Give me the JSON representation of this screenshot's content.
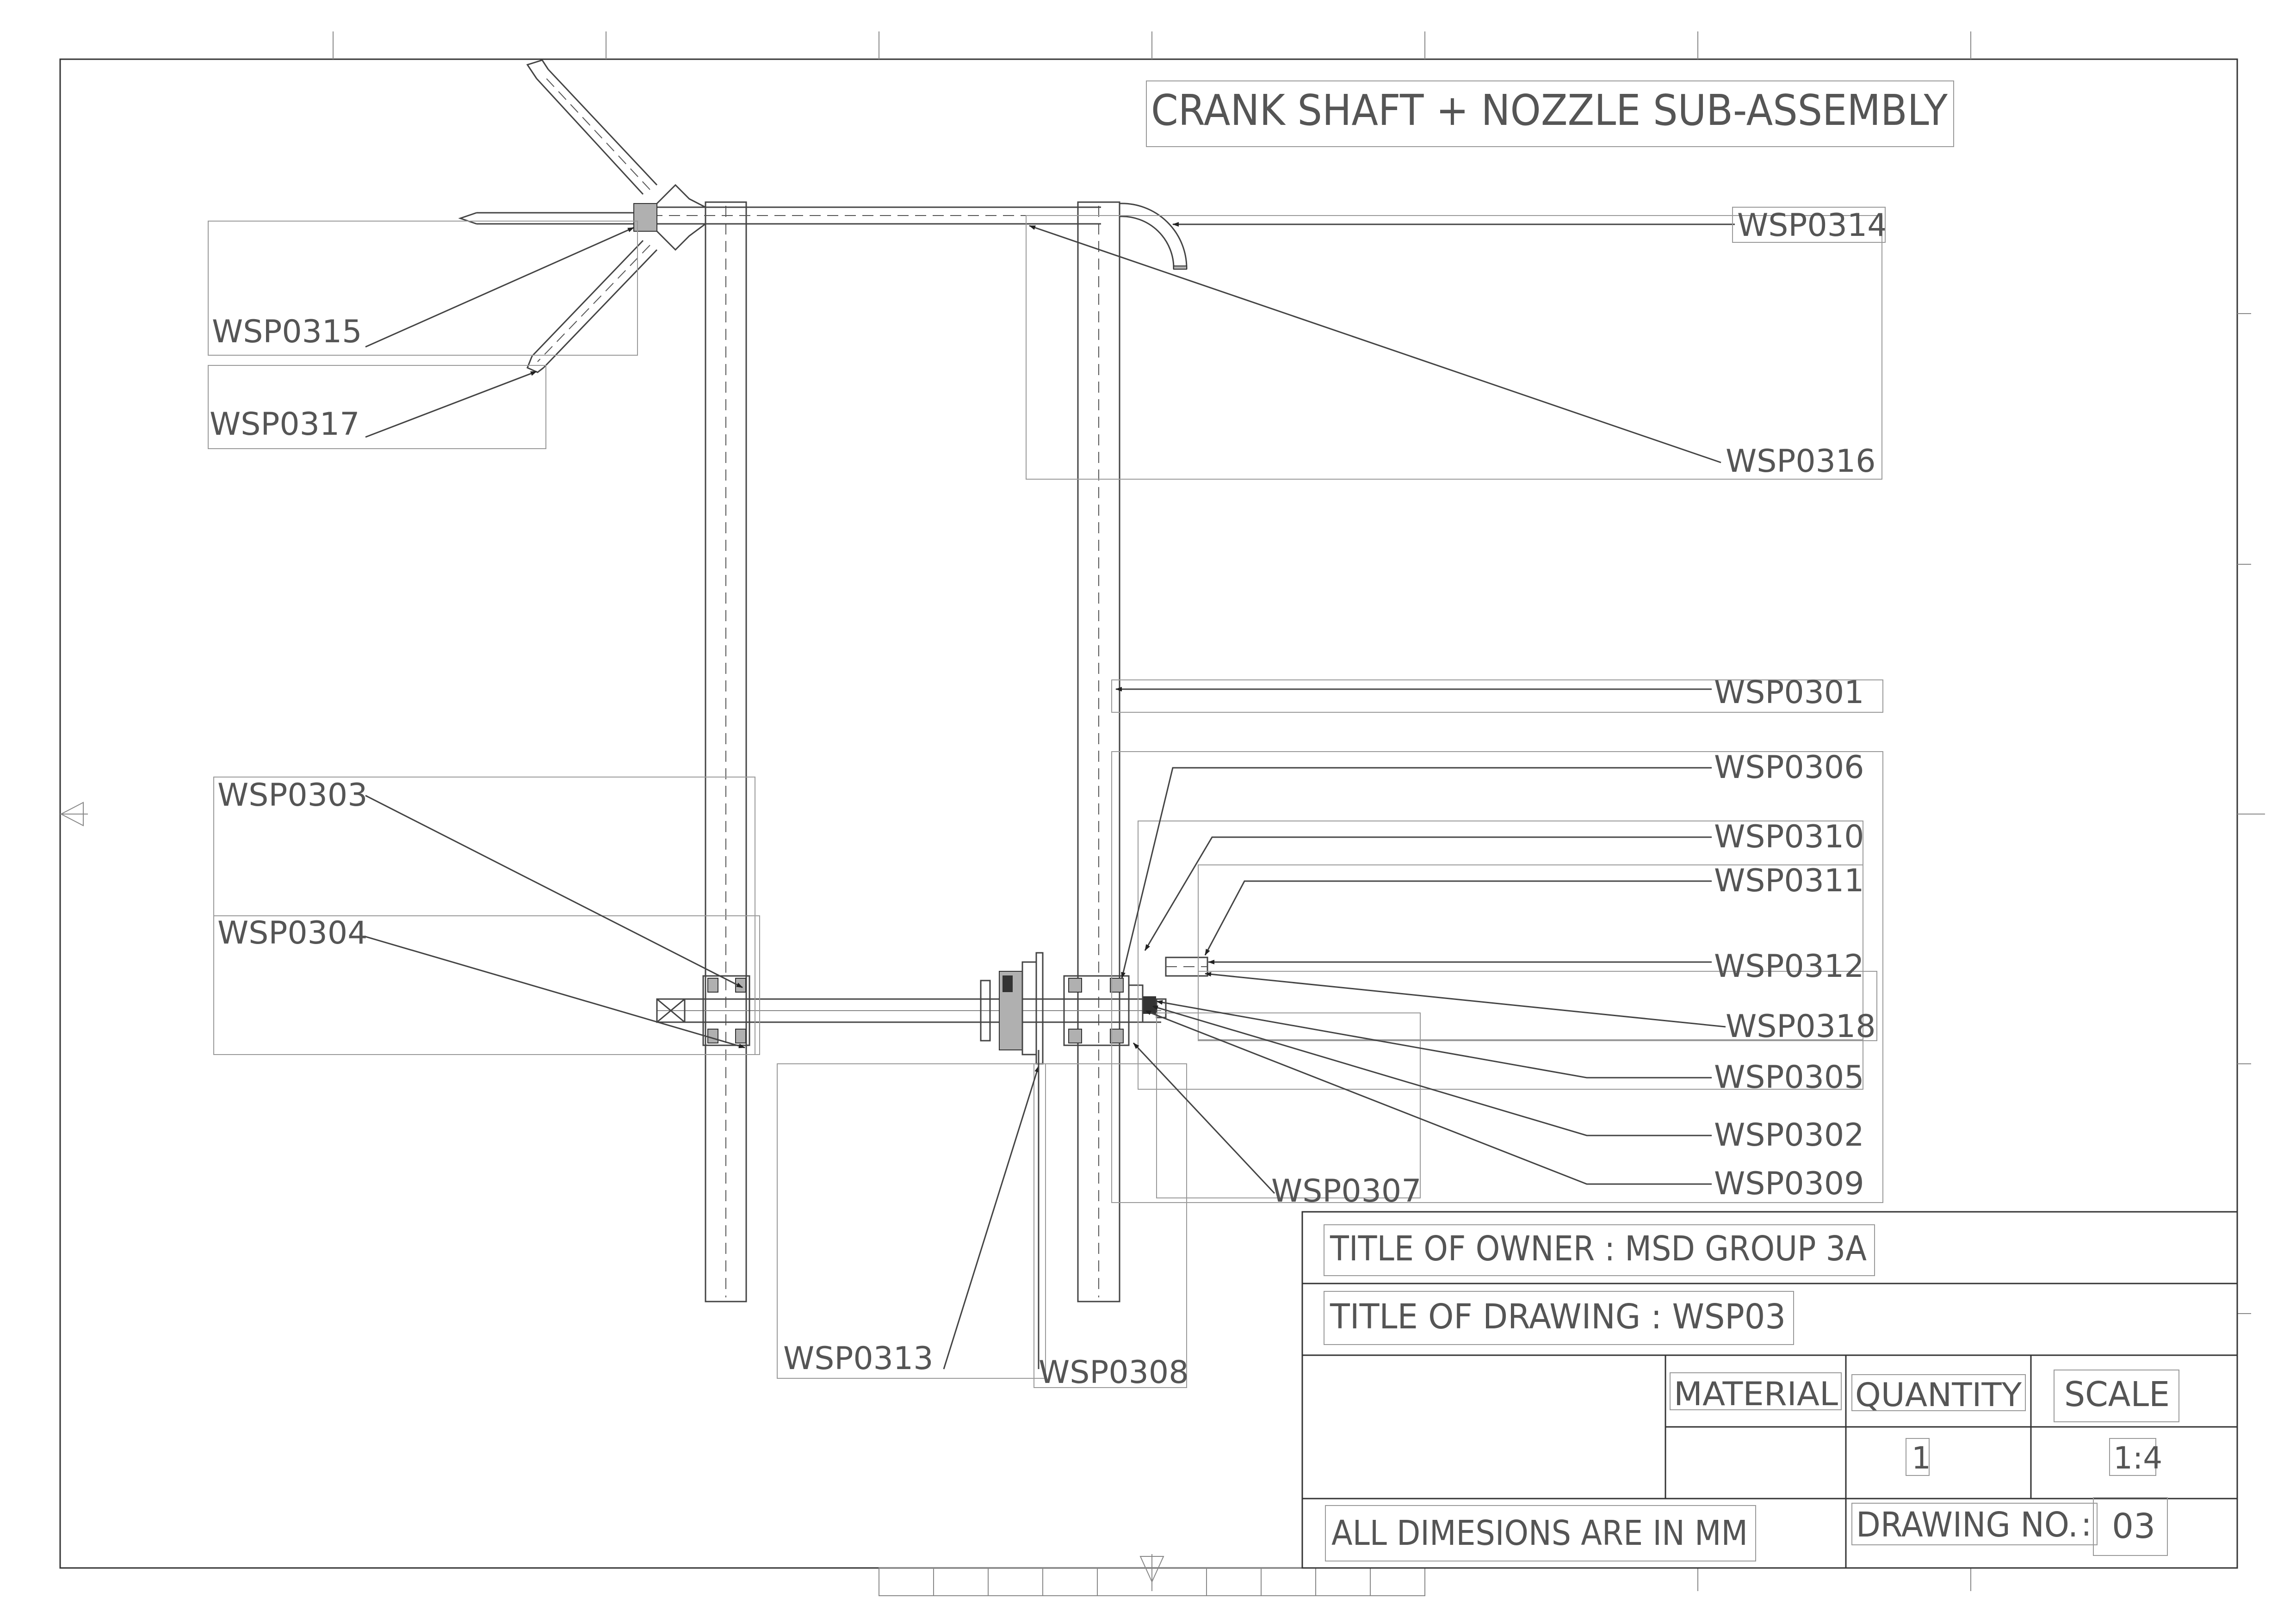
{
  "sheet": {
    "title": "CRANK SHAFT + NOZZLE SUB-ASSEMBLY",
    "colors": {
      "line": "#444444",
      "leader": "#555555",
      "frame": "#333333",
      "text": "#555555"
    }
  },
  "parts": {
    "wsp0301": "WSP0301",
    "wsp0302": "WSP0302",
    "wsp0303": "WSP0303",
    "wsp0304": "WSP0304",
    "wsp0305": "WSP0305",
    "wsp0306": "WSP0306",
    "wsp0307": "WSP0307",
    "wsp0308": "WSP0308",
    "wsp0309": "WSP0309",
    "wsp0310": "WSP0310",
    "wsp0311": "WSP0311",
    "wsp0312": "WSP0312",
    "wsp0313": "WSP0313",
    "wsp0314": "WSP0314",
    "wsp0315": "WSP0315",
    "wsp0316": "WSP0316",
    "wsp0317": "WSP0317",
    "wsp0318": "WSP0318"
  },
  "title_block": {
    "owner": "TITLE OF OWNER : MSD GROUP 3A",
    "drawing_title": "TITLE OF DRAWING : WSP03",
    "material_label": "MATERIAL",
    "quantity_label": "QUANTITY",
    "scale_label": "SCALE",
    "quantity_value": "1",
    "scale_value": "1:4",
    "units_note": "ALL DIMESIONS ARE IN MM",
    "drawing_no_label": "DRAWING NO.",
    "drawing_no_sep": ":",
    "drawing_no_value": "03"
  }
}
